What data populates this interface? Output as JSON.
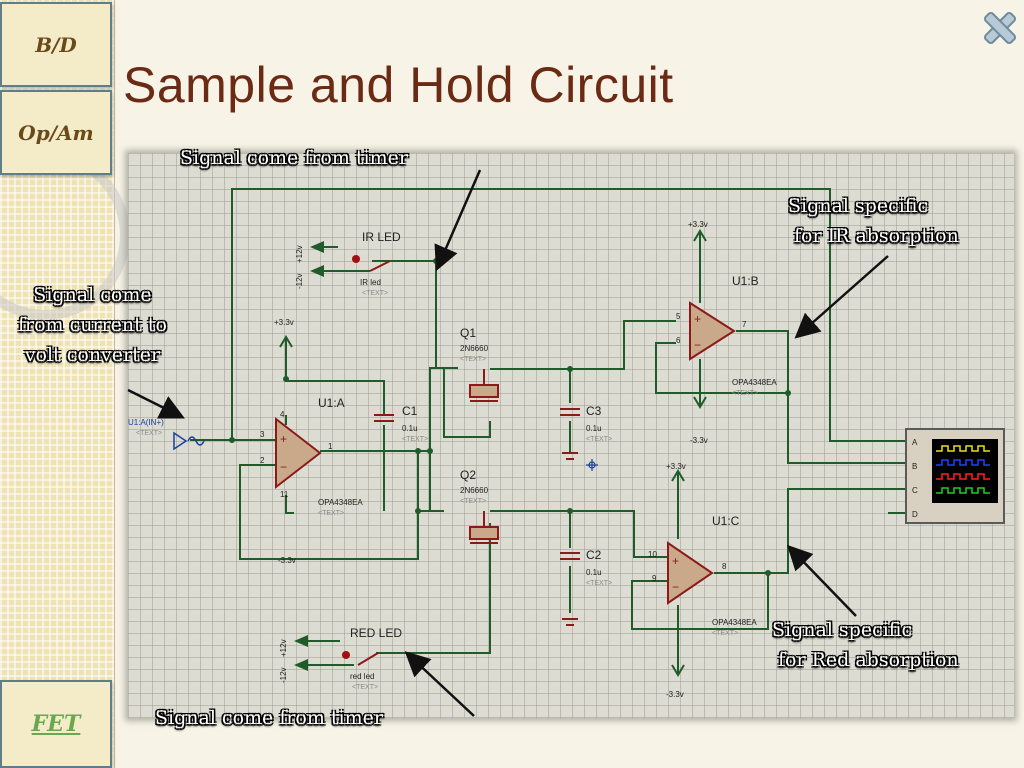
{
  "nav": {
    "bd_label": "B/D",
    "opam_label": "Op/Am",
    "fet_label": "FET"
  },
  "title": "Sample and Hold Circuit",
  "annotations": {
    "timer_top": "Signal come from timer",
    "timer_bottom": "Signal come from timer",
    "current_line1": "Signal come",
    "current_line2": "from current to",
    "current_line3": "volt converter",
    "ir_line1": "Signal specific",
    "ir_line2": "for IR absorption",
    "red_line1": "Signal specific",
    "red_line2": "for Red absorption"
  },
  "schematic": {
    "u1a": "U1:A",
    "u1b": "U1:B",
    "u1c": "U1:C",
    "opamp_part": "OPA4348EA",
    "q1": "Q1",
    "q2": "Q2",
    "transistor_part": "2N6660",
    "c1": "C1",
    "c2": "C2",
    "c3": "C3",
    "cap_value": "0.1u",
    "text_placeholder": "<TEXT>",
    "plus33": "+3.3v",
    "minus33": "-3.3v",
    "plus12": "+12v",
    "minus12": "-12v",
    "ir_led": "IR LED",
    "ir_led_small": "IR led",
    "red_led": "RED LED",
    "red_led_small": "red led",
    "input_label": "U1:A(IN+)",
    "scope_channels": [
      "A",
      "B",
      "C",
      "D"
    ],
    "pin_numbers": [
      "3",
      "2",
      "4",
      "11",
      "1",
      "5",
      "6",
      "7",
      "10",
      "9",
      "8"
    ]
  },
  "colors": {
    "title": "#6b2a14",
    "wire": "#1f5c2a",
    "component": "#8b1a1a",
    "opamp_fill": "#c9a98a",
    "scope_bg": "#000000",
    "fet_link": "#6aa84f"
  },
  "icons": {
    "close": "close-x-icon"
  }
}
